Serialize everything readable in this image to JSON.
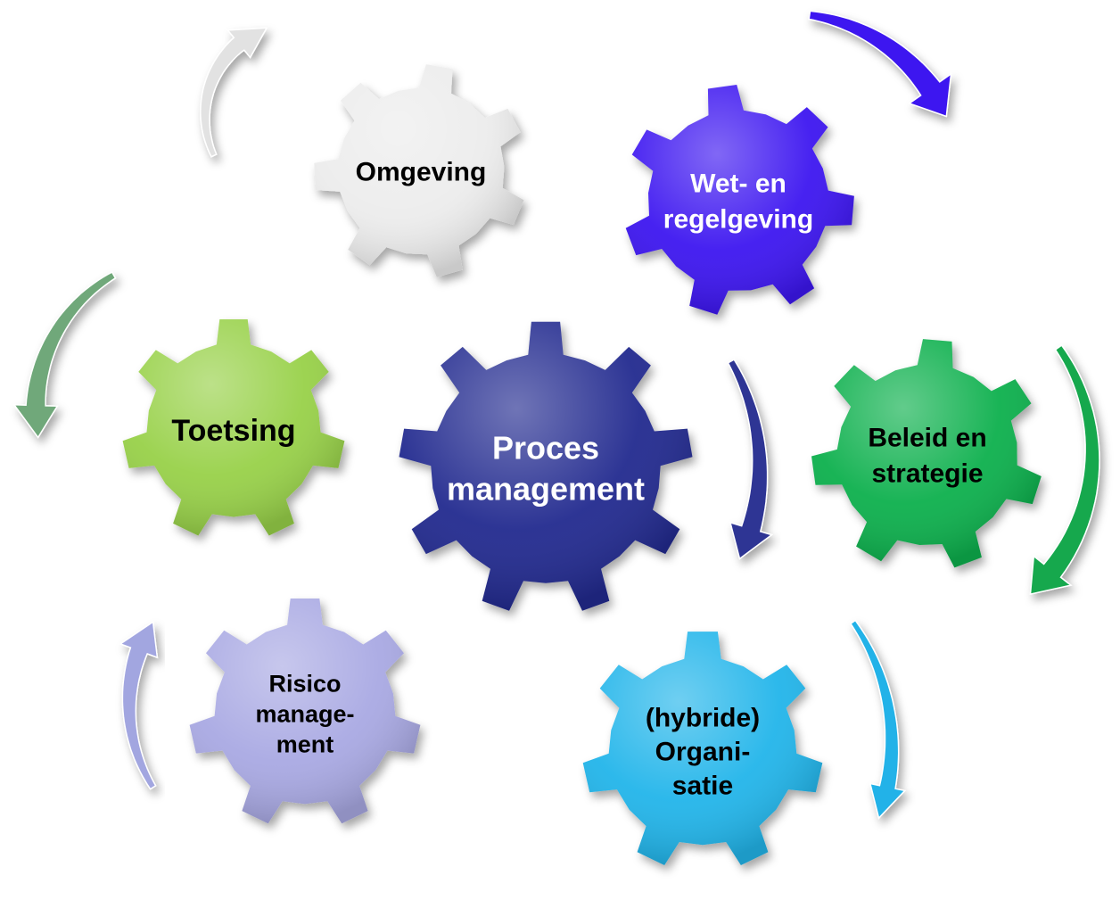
{
  "gears": [
    {
      "id": "omgeving",
      "lines": [
        "Omgeving"
      ],
      "fill": "#ececec",
      "text_color": "#000000"
    },
    {
      "id": "wet-en-regelgeving",
      "lines": [
        "Wet- en",
        "regelgeving"
      ],
      "fill": "#3c19f0",
      "text_color": "#ffffff"
    },
    {
      "id": "toetsing",
      "lines": [
        "Toetsing"
      ],
      "fill": "#98d14a",
      "text_color": "#000000"
    },
    {
      "id": "proces-management",
      "lines": [
        "Proces",
        "management"
      ],
      "fill": "#232b8f",
      "text_color": "#ffffff"
    },
    {
      "id": "beleid-en-strategie",
      "lines": [
        "Beleid en",
        "strategie"
      ],
      "fill": "#0fb04e",
      "text_color": "#000000"
    },
    {
      "id": "risico-management",
      "lines": [
        "Risico",
        "manage-",
        "ment"
      ],
      "fill": "#a9a9e3",
      "text_color": "#000000"
    },
    {
      "id": "hybride-organisatie",
      "lines": [
        "(hybride)",
        "Organi-",
        "satie"
      ],
      "fill": "#22b5ea",
      "text_color": "#000000"
    }
  ],
  "arrows": [
    {
      "id": "arrow-omgeving",
      "color": "#e2e2e2"
    },
    {
      "id": "arrow-wet",
      "color": "#3c19f0"
    },
    {
      "id": "arrow-toetsing",
      "color": "#6fa87a"
    },
    {
      "id": "arrow-proces",
      "color": "#2f3594"
    },
    {
      "id": "arrow-beleid",
      "color": "#12a84d"
    },
    {
      "id": "arrow-risico",
      "color": "#a2a6e0"
    },
    {
      "id": "arrow-organisatie",
      "color": "#22b2e8"
    }
  ]
}
